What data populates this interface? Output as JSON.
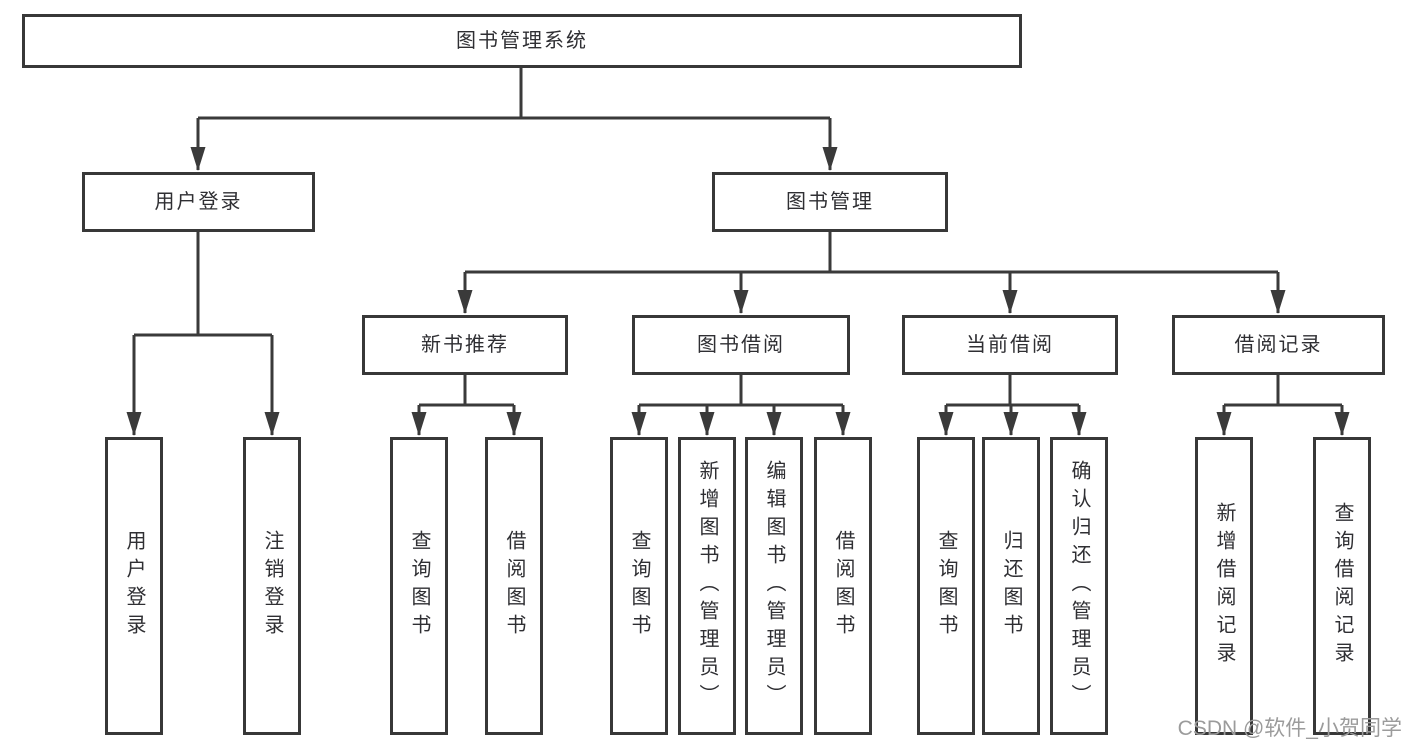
{
  "diagram": {
    "root": {
      "label": "图书管理系统"
    },
    "branches": [
      {
        "label": "用户登录",
        "children": [
          {
            "label": "用户登录"
          },
          {
            "label": "注销登录"
          }
        ]
      },
      {
        "label": "图书管理",
        "children": [
          {
            "label": "新书推荐",
            "children": [
              {
                "label": "查询图书"
              },
              {
                "label": "借阅图书"
              }
            ]
          },
          {
            "label": "图书借阅",
            "children": [
              {
                "label": "查询图书"
              },
              {
                "label": "新增图书（管理员）"
              },
              {
                "label": "编辑图书（管理员）"
              },
              {
                "label": "借阅图书"
              }
            ]
          },
          {
            "label": "当前借阅",
            "children": [
              {
                "label": "查询图书"
              },
              {
                "label": "归还图书"
              },
              {
                "label": "确认归还（管理员）"
              }
            ]
          },
          {
            "label": "借阅记录",
            "children": [
              {
                "label": "新增借阅记录"
              },
              {
                "label": "查询借阅记录"
              }
            ]
          }
        ]
      }
    ]
  },
  "colors": {
    "line": "#3a3a3a",
    "box_border": "#383838",
    "text": "#2f2f33",
    "watermark": "#9b9b9b",
    "background": "#ffffff"
  },
  "watermark": {
    "text": "CSDN @软件_小贺同学"
  }
}
